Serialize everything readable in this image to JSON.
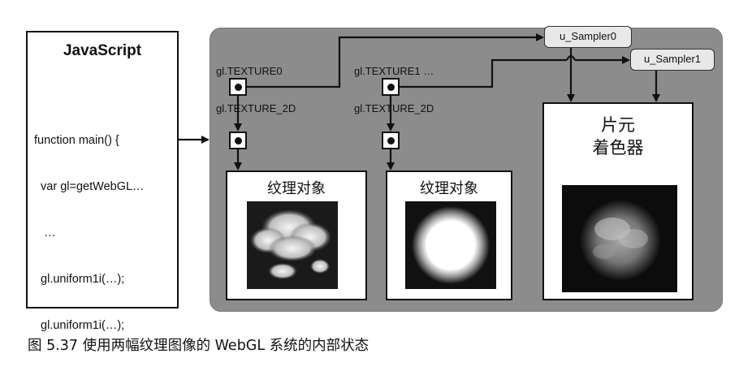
{
  "javascript": {
    "title": "JavaScript",
    "code_lines": [
      "function main() {",
      "  var gl=getWebGL…",
      "   …",
      "  gl.uniform1i(…);",
      "  gl.uniform1i(…);"
    ]
  },
  "texture_units": [
    {
      "unit_label": "gl.TEXTURE0",
      "target_label": "gl.TEXTURE_2D"
    },
    {
      "unit_label": "gl.TEXTURE1 …",
      "target_label": "gl.TEXTURE_2D"
    }
  ],
  "texture_objects": [
    {
      "title": "纹理对象",
      "image": "sky-clouds-image"
    },
    {
      "title": "纹理对象",
      "image": "radial-circle-image"
    }
  ],
  "samplers": [
    "u_Sampler0",
    "u_Sampler1"
  ],
  "fragment_shader": {
    "title_line1": "片元",
    "title_line2": "着色器",
    "image": "blended-result-image"
  },
  "caption": "图 5.37  使用两幅纹理图像的 WebGL 系统的内部状态"
}
